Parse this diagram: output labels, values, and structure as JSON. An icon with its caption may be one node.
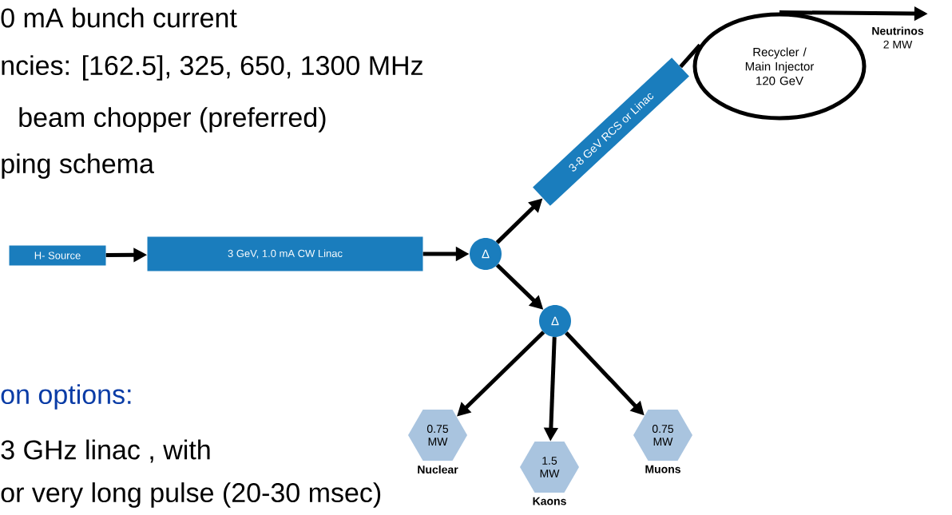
{
  "diagram": {
    "nodes": [
      {
        "text": [
          "H- Source"
        ]
      },
      {
        "text": [
          "3 GeV, 1.0 mA CW Linac"
        ]
      },
      {
        "text": [
          "Δ"
        ]
      },
      {
        "text": [
          "3-8 GeV RCS or Linac"
        ]
      },
      {
        "text": [
          "Recycler / Main Injector 120 GeV"
        ]
      },
      {
        "text": [
          "Δ"
        ]
      },
      {
        "text": [
          "0.75 MW"
        ],
        "beside": [
          "Nuclear"
        ]
      },
      {
        "text": [
          "1.5 MW"
        ],
        "beside": [
          "Kaons"
        ]
      },
      {
        "text": [
          "0.75 MW"
        ],
        "beside": [
          "Muons"
        ]
      },
      {
        "text": [
          "Neutrinos",
          "2 MW"
        ]
      }
    ],
    "edges": [
      {
        "from": 0,
        "to": 1,
        "arrow": "to"
      },
      {
        "from": 1,
        "to": 2,
        "arrow": "to"
      },
      {
        "from": 2,
        "to": 3,
        "arrow": "to"
      },
      {
        "from": 2,
        "to": 5,
        "arrow": "to"
      },
      {
        "from": 3,
        "to": 4,
        "arrow": "none"
      },
      {
        "from": 4,
        "to": 9,
        "arrow": "to"
      },
      {
        "from": 5,
        "to": 6,
        "arrow": "to"
      },
      {
        "from": 5,
        "to": 7,
        "arrow": "to"
      },
      {
        "from": 5,
        "to": 8,
        "arrow": "to"
      }
    ],
    "labels": [
      "0 mA bunch current",
      "ncies:  [162.5], 325, 650, 1300 MHz",
      "beam chopper (preferred)",
      "ping schema",
      "on options:",
      "3 GHz linac , with",
      "or very long pulse (20-30 msec)"
    ]
  }
}
